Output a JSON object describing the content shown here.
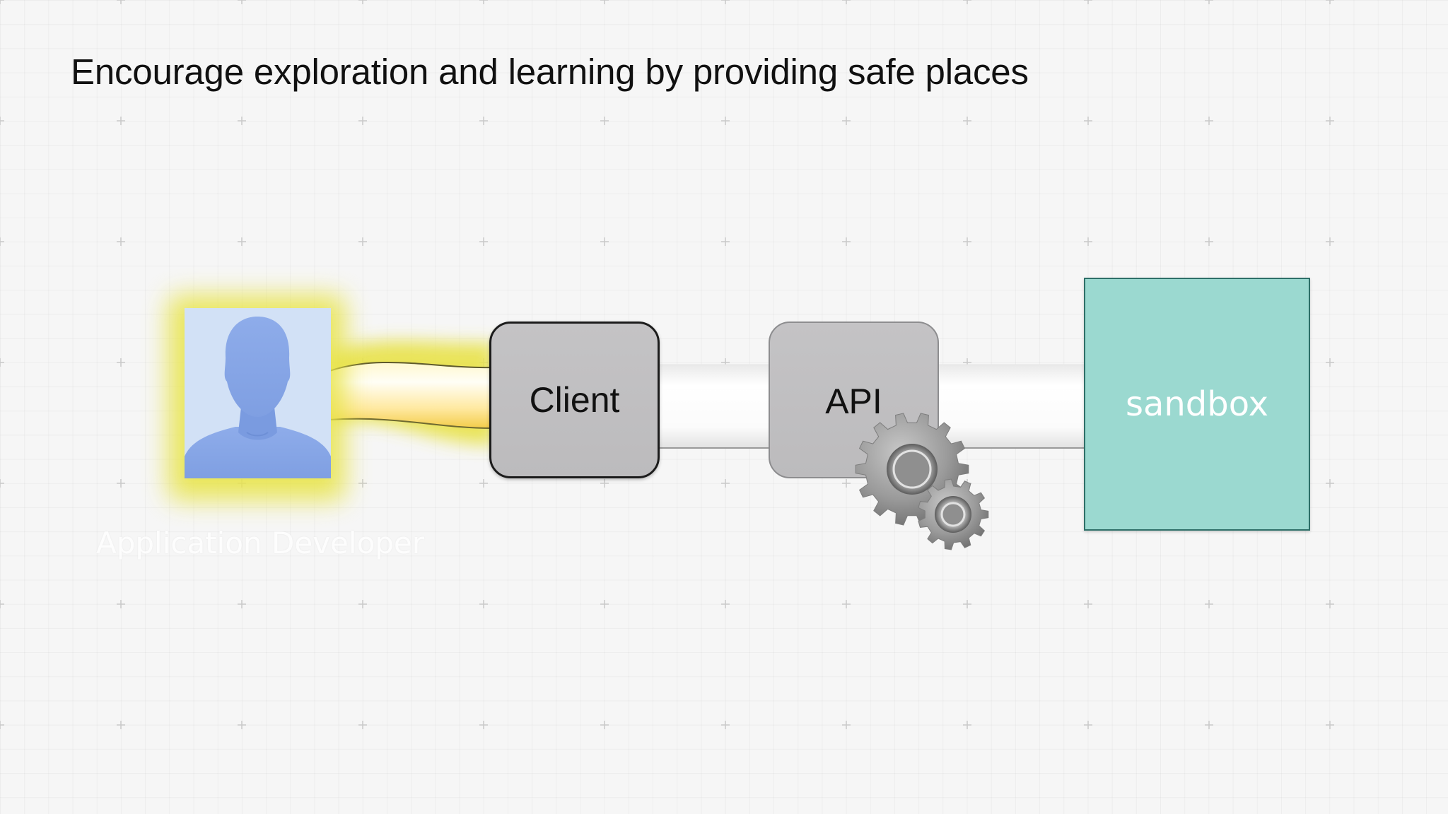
{
  "slide": {
    "title": "Encourage exploration and learning by providing safe places"
  },
  "diagram": {
    "actor": {
      "label": "Application Developer",
      "icon": "person-silhouette-icon",
      "highlight_color": "#e8e44a",
      "background_color": "#d2e1f6",
      "silhouette_color": "#85a6e6"
    },
    "nodes": {
      "client": {
        "label": "Client"
      },
      "api": {
        "label": "API",
        "icon": "gears-icon"
      },
      "sandbox": {
        "label": "sandbox",
        "color": "#9bd9d0"
      }
    },
    "connections": [
      {
        "from": "Application Developer",
        "to": "Client",
        "style": "highlighted"
      },
      {
        "from": "Client",
        "to": "API",
        "style": "normal"
      },
      {
        "from": "API",
        "to": "sandbox",
        "style": "normal"
      }
    ]
  }
}
